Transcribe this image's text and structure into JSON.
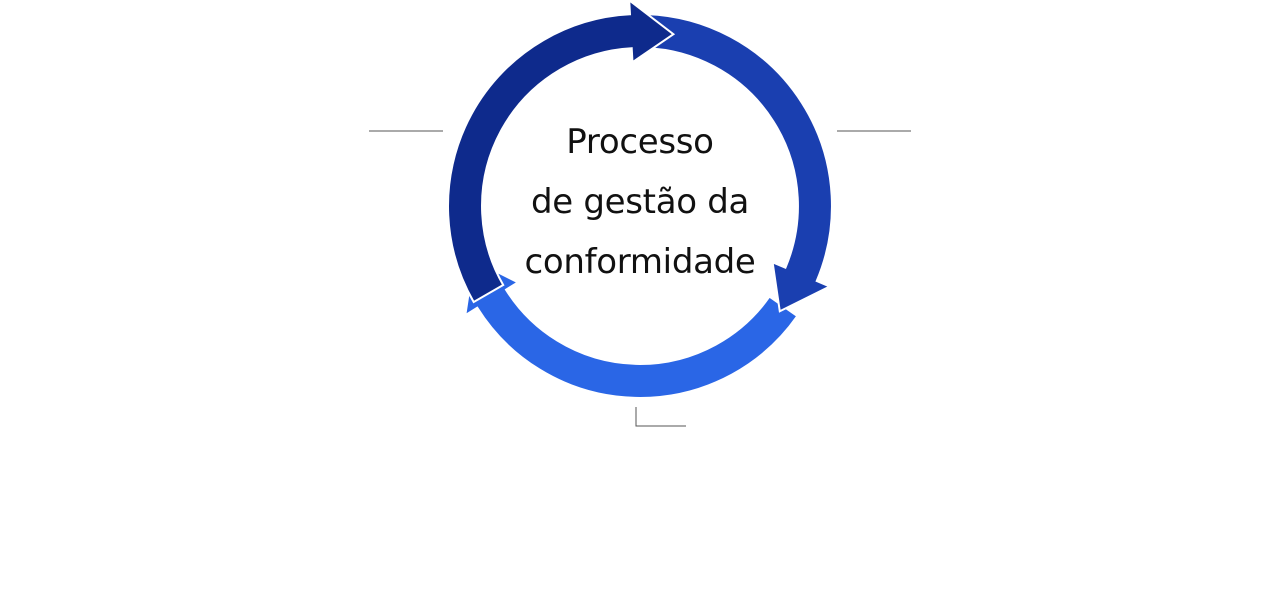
{
  "diagram": {
    "center_lines": [
      "Processo",
      "de gestão da",
      "conformidade"
    ],
    "colors": {
      "segment_top": "#0E2A8C",
      "segment_right": "#1A3FB0",
      "segment_bottom": "#2A66E6",
      "leader_line": "#555555",
      "text": "#111111"
    }
  }
}
